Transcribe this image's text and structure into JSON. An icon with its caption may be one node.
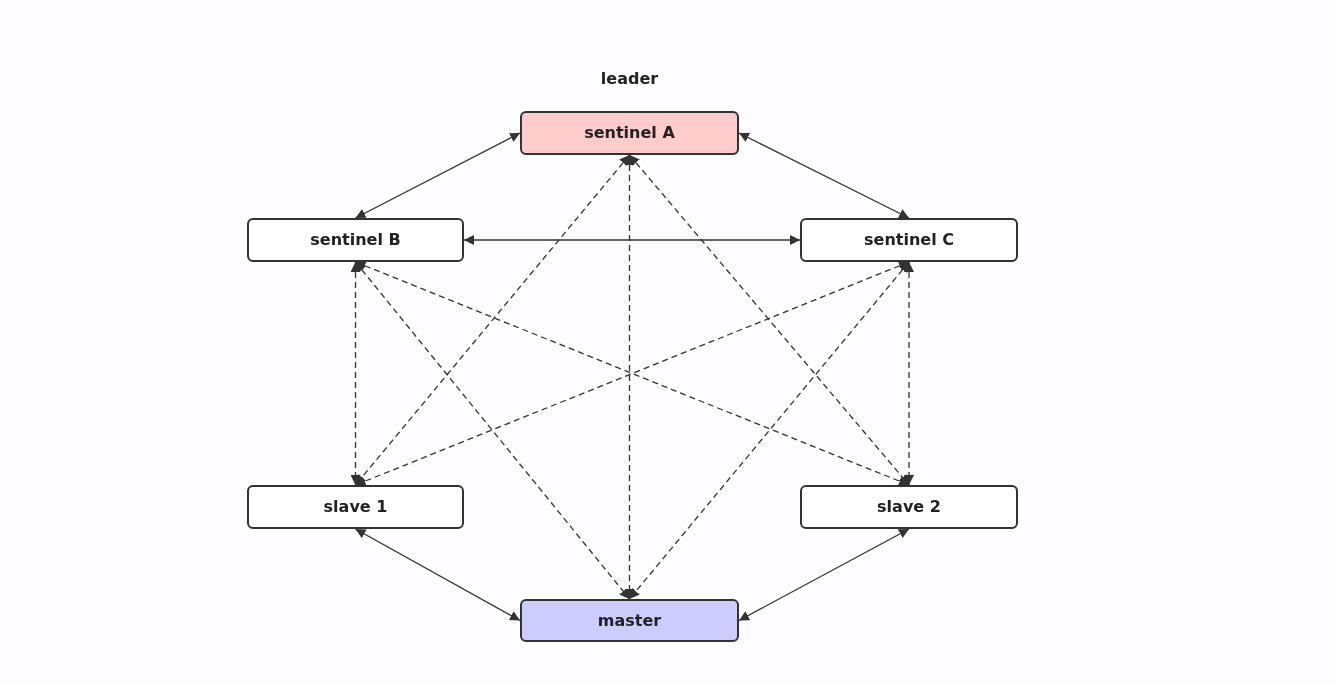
{
  "diagram": {
    "nodes": [
      {
        "text": [
          "sentinel A"
        ],
        "beside": [
          "leader"
        ]
      },
      {
        "text": [
          "sentinel B"
        ]
      },
      {
        "text": [
          "sentinel C"
        ]
      },
      {
        "text": [
          "slave 1"
        ]
      },
      {
        "text": [
          "slave 2"
        ]
      },
      {
        "text": [
          "master"
        ]
      }
    ],
    "edges": [
      {
        "from": 0,
        "to": 1,
        "arrow": "both"
      },
      {
        "from": 0,
        "to": 2,
        "arrow": "both"
      },
      {
        "from": 1,
        "to": 2,
        "arrow": "both"
      },
      {
        "from": 3,
        "to": 5,
        "arrow": "both"
      },
      {
        "from": 4,
        "to": 5,
        "arrow": "both"
      },
      {
        "from": 0,
        "to": 3,
        "arrow": "both",
        "style": "dashed"
      },
      {
        "from": 0,
        "to": 5,
        "arrow": "both",
        "style": "dashed"
      },
      {
        "from": 0,
        "to": 4,
        "arrow": "both",
        "style": "dashed"
      },
      {
        "from": 1,
        "to": 3,
        "arrow": "both",
        "style": "dashed"
      },
      {
        "from": 1,
        "to": 4,
        "arrow": "both",
        "style": "dashed"
      },
      {
        "from": 1,
        "to": 5,
        "arrow": "both",
        "style": "dashed"
      },
      {
        "from": 2,
        "to": 3,
        "arrow": "both",
        "style": "dashed"
      },
      {
        "from": 2,
        "to": 4,
        "arrow": "both",
        "style": "dashed"
      },
      {
        "from": 2,
        "to": 5,
        "arrow": "both",
        "style": "dashed"
      }
    ]
  }
}
